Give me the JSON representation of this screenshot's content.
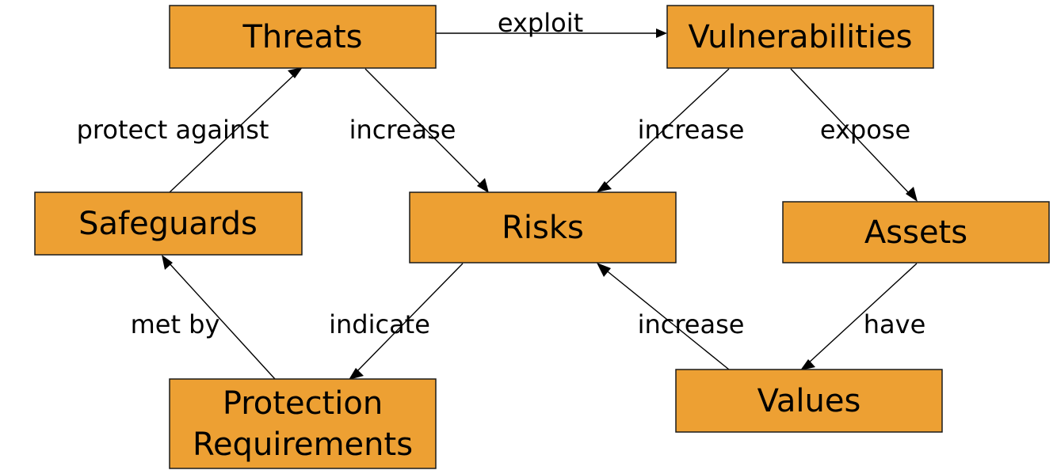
{
  "style": {
    "box_fill": "#EDA033",
    "box_stroke": "#1a1a1a",
    "line_color": "#000000",
    "text_color": "#000000"
  },
  "nodes": {
    "threats": {
      "label": "Threats"
    },
    "vulnerabilities": {
      "label": "Vulnerabilities"
    },
    "safeguards": {
      "label": "Safeguards"
    },
    "risks": {
      "label": "Risks"
    },
    "assets": {
      "label": "Assets"
    },
    "protection_requirements": {
      "lines": [
        "Protection",
        "Requirements"
      ]
    },
    "values": {
      "label": "Values"
    }
  },
  "edges": {
    "exploit": {
      "from": "Threats",
      "to": "Vulnerabilities",
      "label": "exploit"
    },
    "protect_against": {
      "from": "Safeguards",
      "to": "Threats",
      "label": "protect against"
    },
    "threats_increase": {
      "from": "Threats",
      "to": "Risks",
      "label": "increase"
    },
    "vulnerabilities_increase": {
      "from": "Vulnerabilities",
      "to": "Risks",
      "label": "increase"
    },
    "expose": {
      "from": "Vulnerabilities",
      "to": "Assets",
      "label": "expose"
    },
    "met_by": {
      "from": "Protection Requirements",
      "to": "Safeguards",
      "label": "met by"
    },
    "indicate": {
      "from": "Risks",
      "to": "Protection Requirements",
      "label": "indicate"
    },
    "values_increase": {
      "from": "Values",
      "to": "Risks",
      "label": "increase"
    },
    "have": {
      "from": "Assets",
      "to": "Values",
      "label": "have"
    }
  }
}
